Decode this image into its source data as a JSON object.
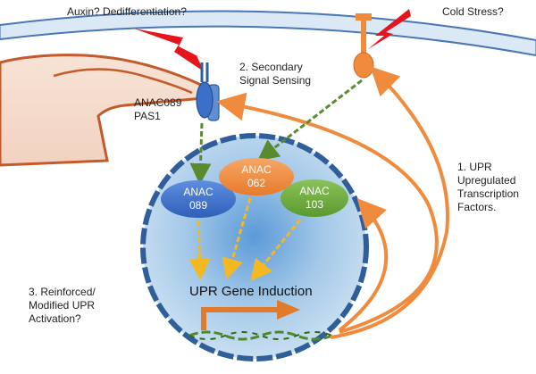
{
  "labels": {
    "top_left": "Auxin? Dedifferentiation?",
    "top_right": "Cold Stress?",
    "secondary": "2. Secondary\nSignal Sensing",
    "anac089_pas1": "ANAC089\nPAS1",
    "upr_tf": "1. UPR\nUpregulated\nTranscription\nFactors.",
    "reinforced": "3. Reinforced/\nModified UPR\nActivation?",
    "gene_induction": "UPR Gene Induction"
  },
  "nodes": {
    "anac089": "ANAC\n089",
    "anac062": "ANAC\n062",
    "anac103": "ANAC\n103"
  },
  "colors": {
    "arrow_orange": "#f08a3c",
    "dashed_green": "#5a8a2e",
    "dashed_yellow": "#f5b820",
    "node_blue": "#3b6fc9",
    "node_orange": "#f08a3c",
    "node_green": "#6aa43a",
    "nucleus": "#a9cdea",
    "membrane": "#2f5f9a",
    "signal_red": "#e8141c"
  }
}
